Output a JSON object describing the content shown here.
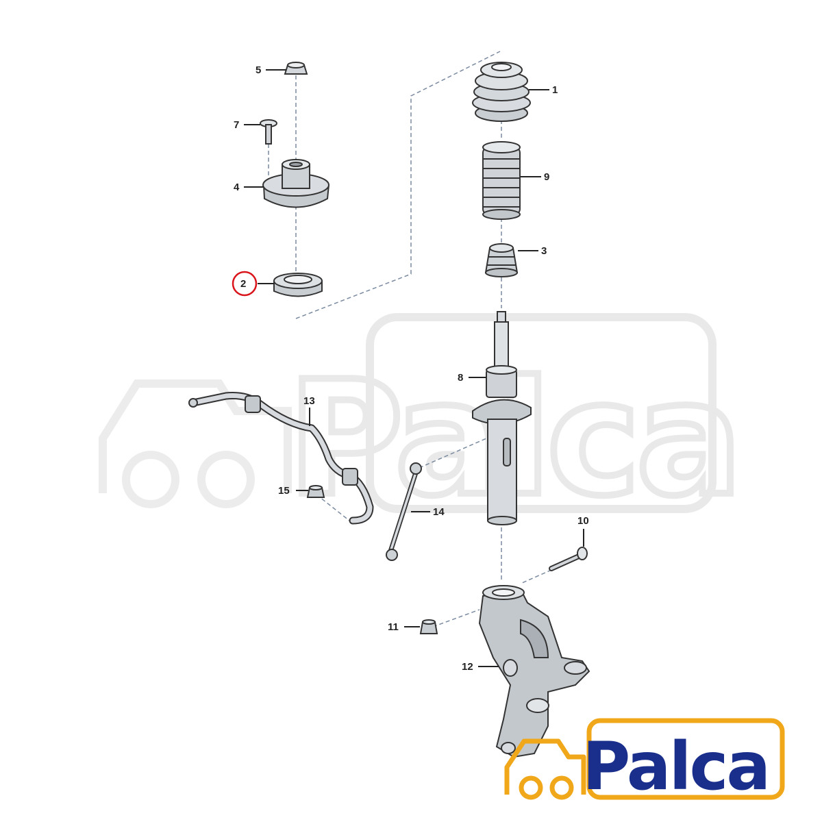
{
  "diagram": {
    "callouts": {
      "p1": "1",
      "p2": "2",
      "p3": "3",
      "p4": "4",
      "p5": "5",
      "p7": "7",
      "p8": "8",
      "p9": "9",
      "p10": "10",
      "p11": "11",
      "p12": "12",
      "p13": "13",
      "p14": "14",
      "p15": "15"
    },
    "highlighted_part": "2",
    "highlight_color": "#d9141b"
  },
  "watermark": {
    "text": "Palca",
    "color": "#e8e8e8"
  },
  "brand": {
    "name": "Palca",
    "logo_letter_color": "#1a2f8c",
    "logo_accent_color": "#f0a719",
    "logo_icon": "truck-outline-icon"
  }
}
